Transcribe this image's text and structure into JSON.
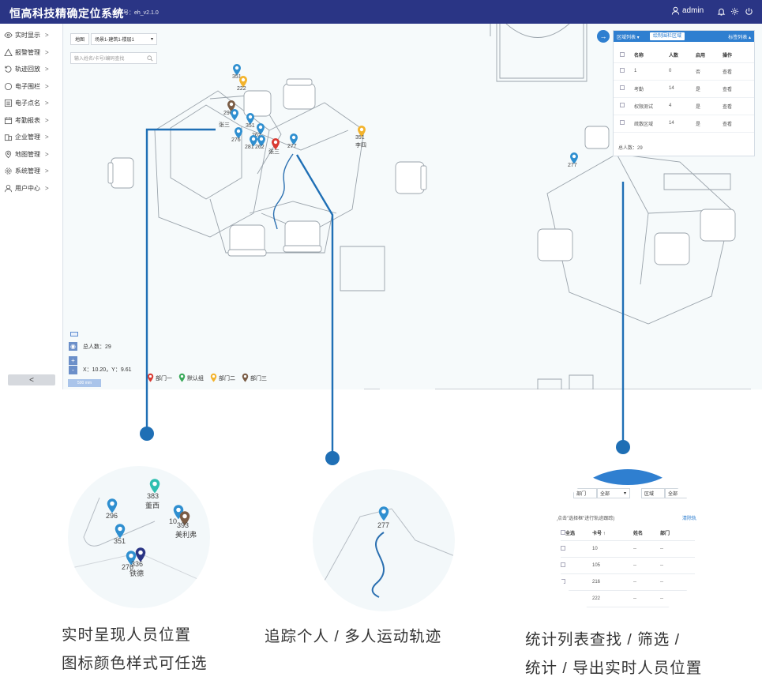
{
  "header": {
    "title": "恒高科技精确定位系统",
    "version": "版本号：eh_v2.1.0",
    "user": "admin",
    "icons": [
      "user-icon",
      "bell-icon",
      "gear-icon",
      "power-icon"
    ]
  },
  "sidebar": {
    "items": [
      {
        "label": "实时显示",
        "icon": "eye-icon"
      },
      {
        "label": "报警管理",
        "icon": "warning-icon"
      },
      {
        "label": "轨迹回放",
        "icon": "replay-icon"
      },
      {
        "label": "电子围栏",
        "icon": "circle-icon"
      },
      {
        "label": "电子点名",
        "icon": "list-icon"
      },
      {
        "label": "考勤报表",
        "icon": "calendar-icon"
      },
      {
        "label": "企业管理",
        "icon": "building-icon"
      },
      {
        "label": "地图管理",
        "icon": "map-icon"
      },
      {
        "label": "系统管理",
        "icon": "gear-icon"
      },
      {
        "label": "用户中心",
        "icon": "user-icon"
      }
    ],
    "arrow": ">",
    "collapse_label": "<"
  },
  "map": {
    "select_label": "地图",
    "select_value": "场景1-建筑1-楼层1",
    "search_placeholder": "输入姓名/卡号/编码查找",
    "total_label": "总人数：29",
    "coord_label": "X：10.20，Y：9.61",
    "scale_label": "500 mm",
    "zoom_in": "+",
    "zoom_out": "-",
    "tags": [
      {
        "label": "351",
        "color": "#2f8fd0"
      },
      {
        "label": "222",
        "color": "#f3b32c"
      },
      {
        "label": "296",
        "color": "#7a5c45"
      },
      {
        "label": "张三",
        "color": "#2f8fd0"
      },
      {
        "label": "351",
        "color": "#2f8fd0"
      },
      {
        "label": "262",
        "color": "#2f8fd0"
      },
      {
        "label": "276",
        "color": "#2f8fd0"
      },
      {
        "label": "281",
        "color": "#2f8fd0"
      },
      {
        "label": "262",
        "color": "#2f8fd0"
      },
      {
        "label": "张三",
        "color": "#d93a32"
      },
      {
        "label": "277",
        "color": "#2f8fd0"
      },
      {
        "label": "351",
        "color": "#f3b32c"
      },
      {
        "label": "李四",
        "color": "#f3b32c"
      },
      {
        "label": "277",
        "color": "#2f8fd0"
      }
    ],
    "legend": [
      {
        "label": "部门一",
        "color": "#d93a32"
      },
      {
        "label": "默认组",
        "color": "#3aa95a"
      },
      {
        "label": "部门二",
        "color": "#f3b32c"
      },
      {
        "label": "部门三",
        "color": "#7a5c45"
      }
    ]
  },
  "area_panel": {
    "tab_left": "区域列表",
    "button": "绘制围栏区域",
    "tab_right": "标签列表",
    "columns": [
      "",
      "名称",
      "人数",
      "启用",
      "操作"
    ],
    "rows": [
      {
        "name": "1",
        "count": "0",
        "enabled": "否",
        "op": "查看"
      },
      {
        "name": "考勤",
        "count": "14",
        "enabled": "是",
        "op": "查看"
      },
      {
        "name": "权限测试",
        "count": "4",
        "enabled": "是",
        "op": "查看"
      },
      {
        "name": "疏散区域",
        "count": "14",
        "enabled": "是",
        "op": "查看"
      }
    ],
    "total": "总人数：29"
  },
  "zoom1": {
    "tags": [
      {
        "label": "383",
        "sub": "董西",
        "color": "#2fbfb0"
      },
      {
        "label": "296",
        "sub": "",
        "color": "#2f8fd0"
      },
      {
        "label": "10",
        "sub": "",
        "color": "#2f8fd0"
      },
      {
        "label": "393",
        "sub": "美利弗",
        "color": "#7a5c45"
      },
      {
        "label": "351",
        "sub": "",
        "color": "#2f8fd0"
      },
      {
        "label": "276",
        "sub": "",
        "color": "#2f8fd0"
      },
      {
        "label": "336",
        "sub": "铁德",
        "color": "#2a3585"
      }
    ]
  },
  "zoom2": {
    "tag": "277",
    "color": "#2f8fd0"
  },
  "zoom3": {
    "dept_label": "部门",
    "dept_value": "全部",
    "area_label": "区域",
    "area_value": "全部",
    "note": "(点击\"选择框\"进行轨迹跟踪)",
    "link": "清除轨",
    "columns": [
      "全选",
      "卡号 ↑",
      "姓名",
      "部门"
    ],
    "rows": [
      {
        "card": "10",
        "name": "--",
        "dept": "--"
      },
      {
        "card": "105",
        "name": "--",
        "dept": "--"
      },
      {
        "card": "216",
        "name": "--",
        "dept": "--"
      },
      {
        "card": "222",
        "name": "--",
        "dept": "--"
      }
    ]
  },
  "features": {
    "caption1_line1": "实时呈现人员位置",
    "caption1_line2": "图标颜色样式可任选",
    "caption2": "追踪个人 / 多人运动轨迹",
    "caption3_line1": "统计列表查找 / 筛选 /",
    "caption3_line2": "统计 / 导出实时人员位置"
  },
  "colors": {
    "header_bg": "#2a3585",
    "accent": "#2f7fd0",
    "callout": "#1f6fb5"
  }
}
